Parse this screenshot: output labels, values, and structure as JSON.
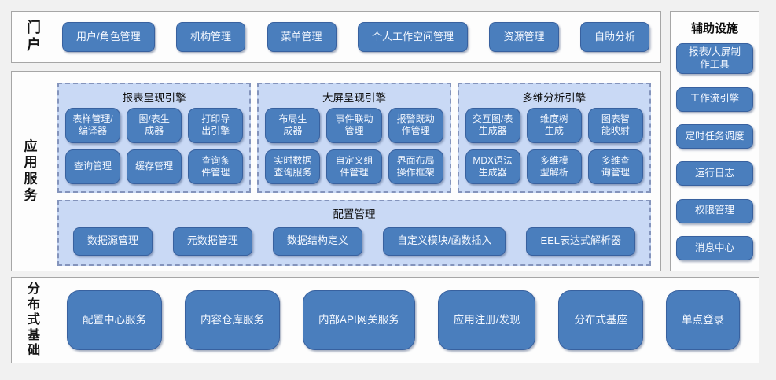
{
  "colors": {
    "button_blue": "#4a7ebd",
    "button_border": "#38619f",
    "panel_light_blue": "#c9d9f5",
    "panel_dash_border": "#8494bc",
    "section_border": "#a6a6a6",
    "page_background": "#f1f1f1"
  },
  "portal": {
    "label": "门户",
    "buttons": [
      "用户/角色管理",
      "机构管理",
      "菜单管理",
      "个人工作空间管理",
      "资源管理",
      "自助分析"
    ]
  },
  "app_services": {
    "label": "应用服务",
    "engines": [
      {
        "title": "报表呈现引擎",
        "items": [
          "表样管理/\n编译器",
          "图/表生\n成器",
          "打印导\n出引擎",
          "查询管理",
          "缓存管理",
          "查询条\n件管理"
        ]
      },
      {
        "title": "大屏呈现引擎",
        "items": [
          "布局生\n成器",
          "事件联动\n管理",
          "报警既动\n作管理",
          "实时数据\n查询服务",
          "自定义组\n件管理",
          "界面布局\n操作框架"
        ]
      },
      {
        "title": "多维分析引擎",
        "items": [
          "交互图/表\n生成器",
          "维度树\n生成",
          "图表智\n能映射",
          "MDX语法\n生成器",
          "多维模\n型解析",
          "多维查\n询管理"
        ]
      }
    ],
    "config": {
      "title": "配置管理",
      "items": [
        "数据源管理",
        "元数据管理",
        "数据结构定义",
        "自定义模块/函数插入",
        "EEL表达式解析器"
      ]
    }
  },
  "auxiliary": {
    "title": "辅助设施",
    "buttons": [
      "报表/大屏制\n作工具",
      "工作流引擎",
      "定时任务调度",
      "运行日志",
      "权限管理",
      "消息中心"
    ]
  },
  "distributed": {
    "label": "分布式基础",
    "buttons": [
      "配置中心服务",
      "内容仓库服务",
      "内部API网关服务",
      "应用注册/发现",
      "分布式基座",
      "单点登录"
    ]
  }
}
